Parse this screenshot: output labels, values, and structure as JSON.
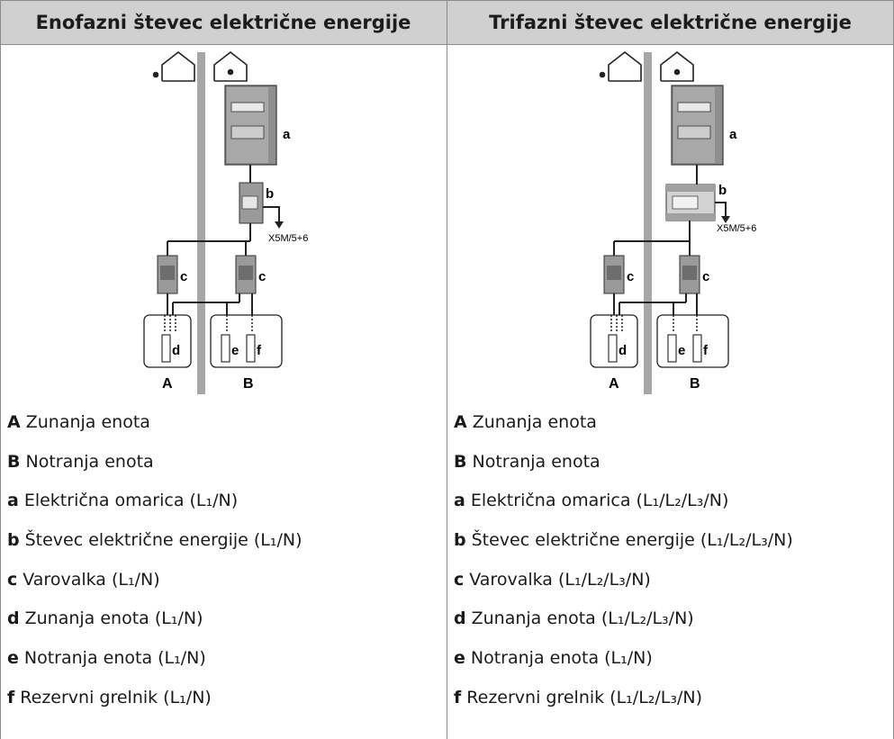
{
  "left": {
    "header": "Enofazni števec električne energije",
    "diagram": {
      "label_a": "a",
      "label_b": "b",
      "label_c1": "c",
      "label_c2": "c",
      "label_d": "d",
      "label_e": "e",
      "label_f": "f",
      "label_A": "A",
      "label_B": "B",
      "terminal": "X5M/5+6"
    },
    "legend": [
      {
        "key": "A",
        "text": "Zunanja enota"
      },
      {
        "key": "B",
        "text": "Notranja enota"
      },
      {
        "key": "a",
        "text": "Električna omarica (L₁/N)"
      },
      {
        "key": "b",
        "text": "Števec električne energije (L₁/N)"
      },
      {
        "key": "c",
        "text": "Varovalka (L₁/N)"
      },
      {
        "key": "d",
        "text": "Zunanja enota (L₁/N)"
      },
      {
        "key": "e",
        "text": "Notranja enota (L₁/N)"
      },
      {
        "key": "f",
        "text": "Rezervni grelnik (L₁/N)"
      }
    ]
  },
  "right": {
    "header": "Trifazni števec električne energije",
    "diagram": {
      "label_a": "a",
      "label_b": "b",
      "label_c1": "c",
      "label_c2": "c",
      "label_d": "d",
      "label_e": "e",
      "label_f": "f",
      "label_A": "A",
      "label_B": "B",
      "terminal": "X5M/5+6"
    },
    "legend": [
      {
        "key": "A",
        "text": "Zunanja enota"
      },
      {
        "key": "B",
        "text": "Notranja enota"
      },
      {
        "key": "a",
        "text": "Električna omarica (L₁/L₂/L₃/N)"
      },
      {
        "key": "b",
        "text": "Števec električne energije (L₁/L₂/L₃/N)"
      },
      {
        "key": "c",
        "text": "Varovalka (L₁/L₂/L₃/N)"
      },
      {
        "key": "d",
        "text": "Zunanja enota (L₁/L₂/L₃/N)"
      },
      {
        "key": "e",
        "text": "Notranja enota (L₁/N)"
      },
      {
        "key": "f",
        "text": "Rezervni grelnik (L₁/L₂/L₃/N)"
      }
    ]
  }
}
